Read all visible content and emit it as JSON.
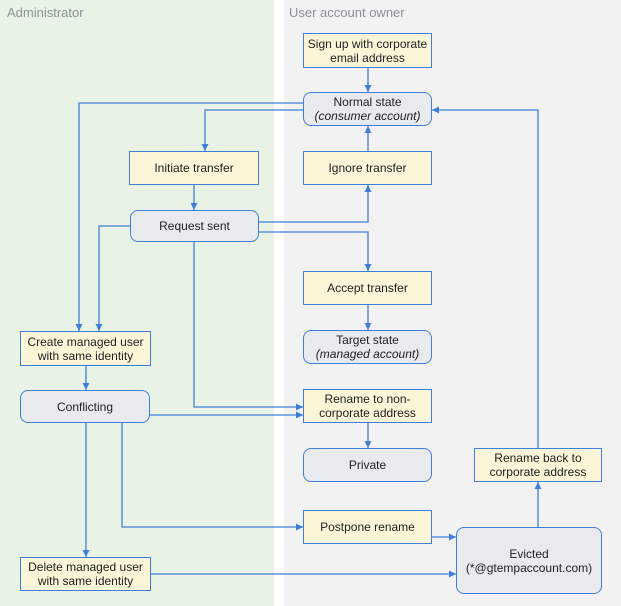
{
  "lanes": {
    "admin": "Administrator",
    "owner": "User account owner"
  },
  "colors": {
    "admin_lane": "#e8f3e6",
    "owner_lane": "#f2f2f3",
    "action_fill": "#fdf5d7",
    "state_fill": "#e8eaee",
    "edge": "#3f7fd9"
  },
  "nodes": {
    "signup": {
      "line1": "Sign up with corporate",
      "line2": "email address"
    },
    "normal": {
      "line1": "Normal state",
      "line2": "(consumer account)"
    },
    "initiate": {
      "line1": "Initiate transfer"
    },
    "ignore": {
      "line1": "Ignore transfer"
    },
    "request": {
      "line1": "Request sent"
    },
    "accept": {
      "line1": "Accept transfer"
    },
    "target": {
      "line1": "Target state",
      "line2": "(managed account)"
    },
    "create_managed": {
      "line1": "Create managed user",
      "line2": "with same identity"
    },
    "conflicting": {
      "line1": "Conflicting"
    },
    "rename_noncorp": {
      "line1": "Rename to non-",
      "line2": "corporate address"
    },
    "private": {
      "line1": "Private"
    },
    "rename_back": {
      "line1": "Rename back to",
      "line2": "corporate address"
    },
    "postpone": {
      "line1": "Postpone rename"
    },
    "evicted": {
      "line1": "Evicted",
      "line2": "(*@gtempaccount.com)"
    },
    "delete_managed": {
      "line1": "Delete managed user",
      "line2": "with same identity"
    }
  }
}
